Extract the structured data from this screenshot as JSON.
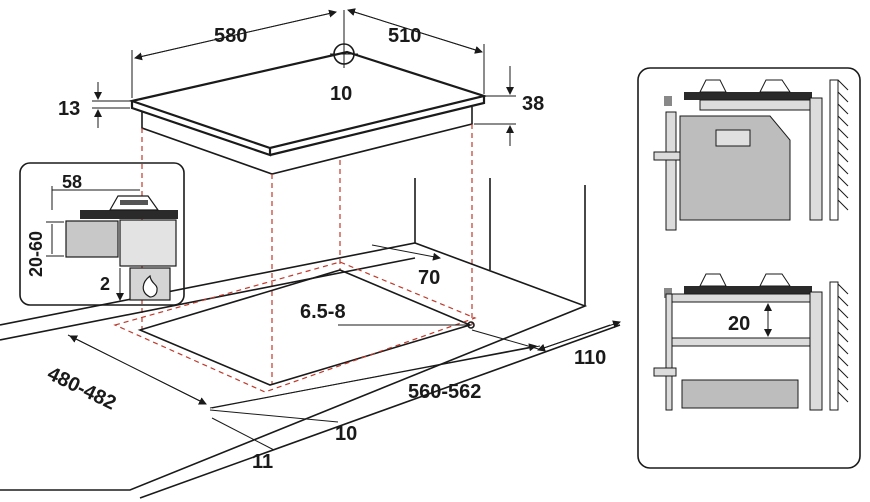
{
  "hob": {
    "width": "580",
    "depth": "510",
    "thickness": "13",
    "total_height": "38",
    "center_point": "10"
  },
  "cutout": {
    "depth": "480-482",
    "width": "560-562",
    "back_clearance": "70",
    "side_clearance": "110",
    "front_gap_a": "10",
    "front_gap_b": "11",
    "connection_height": "6.5-8"
  },
  "detail": {
    "offset": "58",
    "worktop_thickness": "20-60",
    "min_gap": "2"
  },
  "installation": {
    "shelf_gap": "20"
  }
}
